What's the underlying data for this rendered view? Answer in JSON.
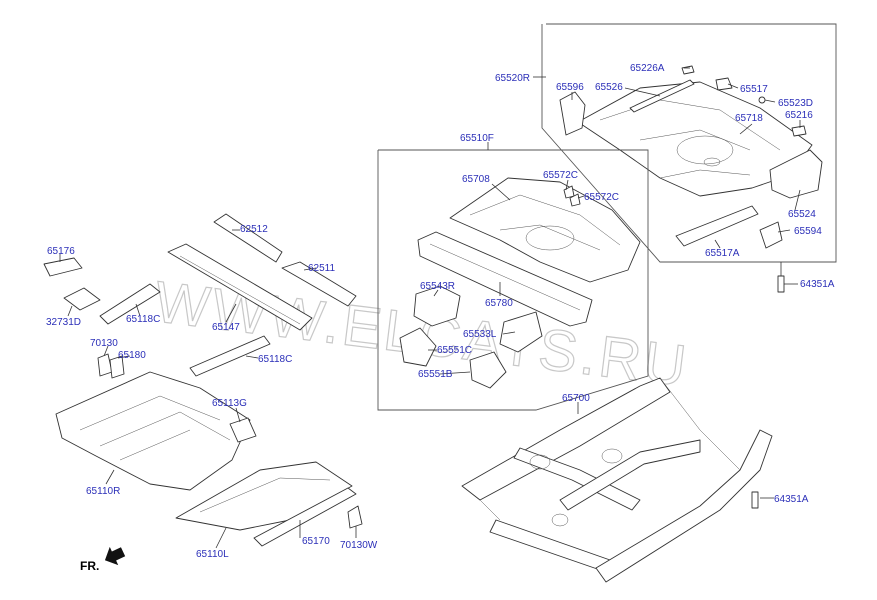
{
  "watermark": "WWW.ELCATS.RU",
  "direction_label": "FR.",
  "labels": {
    "l65520R": "65520R",
    "l65226A": "65226A",
    "l65596": "65596",
    "l65526": "65526",
    "l65517": "65517",
    "l65523D": "65523D",
    "l65216": "65216",
    "l65718": "65718",
    "l65510F": "65510F",
    "l65708": "65708",
    "l65572C_a": "65572C",
    "l65572C_b": "65572C",
    "l65524": "65524",
    "l65594": "65594",
    "l65517A": "65517A",
    "l64351A_a": "64351A",
    "l62512": "62512",
    "l65176": "65176",
    "l62511": "62511",
    "l32731D": "32731D",
    "l65118C_a": "65118C",
    "l65147": "65147",
    "l65543R": "65543R",
    "l65780": "65780",
    "l65533L": "65533L",
    "l65551C": "65551C",
    "l65551B": "65551B",
    "l70130": "70130",
    "l65180": "65180",
    "l65118C_b": "65118C",
    "l65113G": "65113G",
    "l65700": "65700",
    "l65110R": "65110R",
    "l64351A_b": "64351A",
    "l65110L": "65110L",
    "l65170": "65170",
    "l70130W": "70130W"
  }
}
